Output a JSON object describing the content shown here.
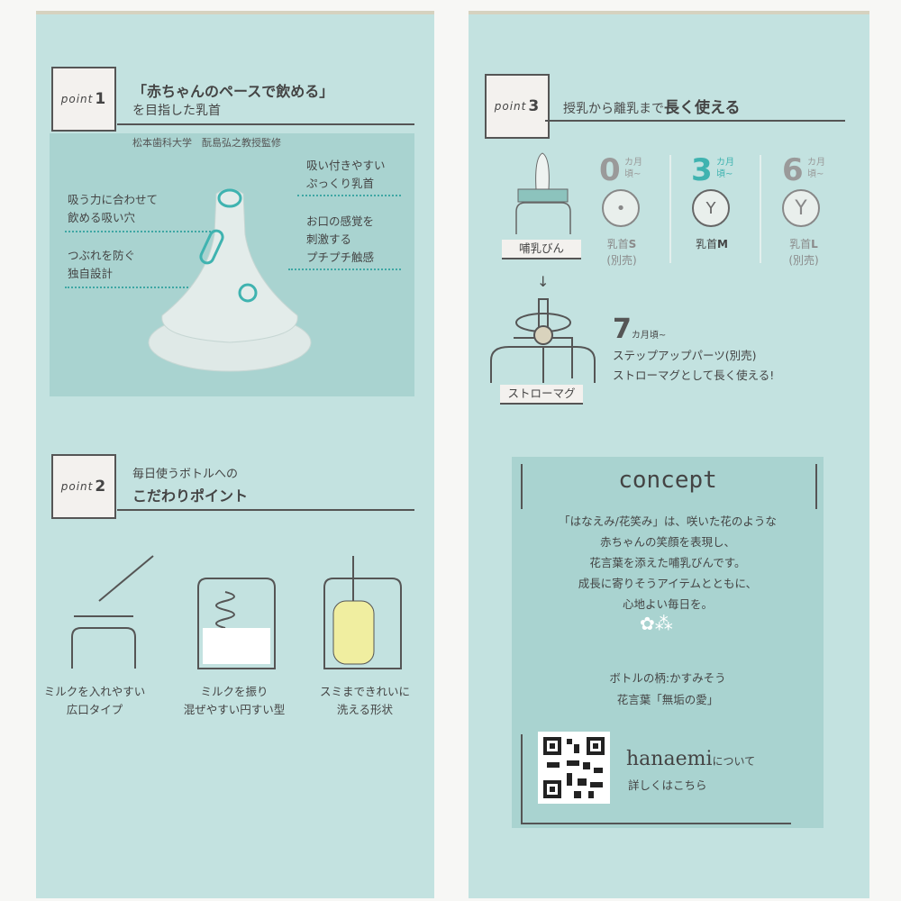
{
  "point1": {
    "badge_word": "point",
    "badge_num": "1",
    "title": "「赤ちゃんのペースで飲める」",
    "subtitle": "を目指した乳首",
    "supervisor": "松本歯科大学　酛島弘之教授監修",
    "callouts": [
      "吸う力に合わせて",
      "飲める吸い穴",
      "つぶれを防ぐ",
      "独自設計",
      "吸い付きやすい",
      "ぷっくり乳首",
      "お口の感覚を",
      "刺激する",
      "プチプチ触感"
    ]
  },
  "point2": {
    "badge_word": "point",
    "badge_num": "2",
    "title_line1": "毎日使うボトルへの",
    "title_line2": "こだわりポイント",
    "features": [
      {
        "l1": "ミルクを入れやすい",
        "l2": "広口タイプ"
      },
      {
        "l1": "ミルクを振り",
        "l2": "混ぜやすい円すい型"
      },
      {
        "l1": "スミまできれいに",
        "l2": "洗える形状"
      }
    ]
  },
  "point3": {
    "badge_word": "point",
    "badge_num": "3",
    "title_plain": "授乳から離乳まで",
    "title_bold": "長く使える",
    "bottle_label": "哺乳びん",
    "mug_label": "ストローマグ",
    "arrow": "↓",
    "stages": [
      {
        "num": "0",
        "unit": "カ月",
        "suffix": "頃~",
        "name": "乳首",
        "size": "S",
        "note": "(別売)",
        "accent": "#9a9a9a"
      },
      {
        "num": "3",
        "unit": "カ月",
        "suffix": "頃~",
        "name": "乳首",
        "size": "M",
        "note": "",
        "accent": "#3fb3b0"
      },
      {
        "num": "6",
        "unit": "カ月",
        "suffix": "頃~",
        "name": "乳首",
        "size": "L",
        "note": "(別売)",
        "accent": "#9a9a9a"
      }
    ],
    "mug_stage": {
      "num": "7",
      "unit": "カ月頃~",
      "line1": "ステップアップパーツ(別売)",
      "line2": "ストローマグとして長く使える!"
    }
  },
  "concept": {
    "heading": "concept",
    "lines": [
      "「はなえみ/花笑み」は、咲いた花のような",
      "赤ちゃんの笑顔を表現し、",
      "花言葉を添えた哺乳びんです。",
      "成長に寄りそうアイテムとともに、",
      "心地よい毎日を。"
    ],
    "pattern": "ボトルの柄:かすみそう",
    "flower_word": "花言葉「無垢の愛」",
    "brand": "hanaemi",
    "brand_suffix": "について",
    "link_text": "詳しくはこちら"
  },
  "colors": {
    "panel": "#c3e2e0",
    "inset": "#a9d3d0",
    "accent": "#3fb3b0"
  }
}
